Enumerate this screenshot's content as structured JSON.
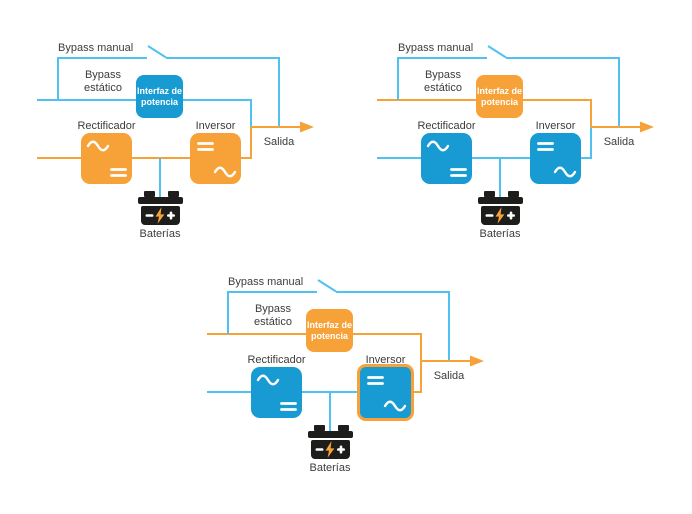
{
  "palette": {
    "orange": "#F7A238",
    "blue": "#189BD3",
    "light_blue": "#4FC2F1",
    "black": "#1D1D1B",
    "label_text": "#3D3C3B",
    "white": "#FFFFFF"
  },
  "diagrams": [
    {
      "position": "top-left",
      "interface_box_color": "blue",
      "converter_boxes_color": "orange",
      "static_bypass_wire": "light_blue",
      "main_wire": "orange",
      "manual_bypass_wire": "light_blue",
      "output_wire": "orange",
      "inverter_border": "none",
      "labels": {
        "bypass_manual": "Bypass manual",
        "bypass_estatico": "Bypass estático",
        "interfaz": "Interfaz de potencia",
        "rectificador": "Rectificador",
        "inversor": "Inversor",
        "salida": "Salida",
        "baterias": "Baterías"
      }
    },
    {
      "position": "top-right",
      "interface_box_color": "orange",
      "converter_boxes_color": "blue",
      "static_bypass_wire": "orange",
      "main_wire": "light_blue",
      "manual_bypass_wire": "light_blue",
      "output_wire": "orange",
      "inverter_border": "none",
      "labels": {
        "bypass_manual": "Bypass manual",
        "bypass_estatico": "Bypass estático",
        "interfaz": "Interfaz de potencia",
        "rectificador": "Rectificador",
        "inversor": "Inversor",
        "salida": "Salida",
        "baterias": "Baterías"
      }
    },
    {
      "position": "bottom-center",
      "interface_box_color": "orange",
      "converter_boxes_color": "blue",
      "static_bypass_wire": "orange",
      "main_wire": "light_blue",
      "manual_bypass_wire": "light_blue",
      "output_wire": "orange",
      "inverter_border": "orange",
      "labels": {
        "bypass_manual": "Bypass manual",
        "bypass_estatico": "Bypass estático",
        "interfaz": "Interfaz de potencia",
        "rectificador": "Rectificador",
        "inversor": "Inversor",
        "salida": "Salida",
        "baterias": "Baterías"
      }
    }
  ]
}
